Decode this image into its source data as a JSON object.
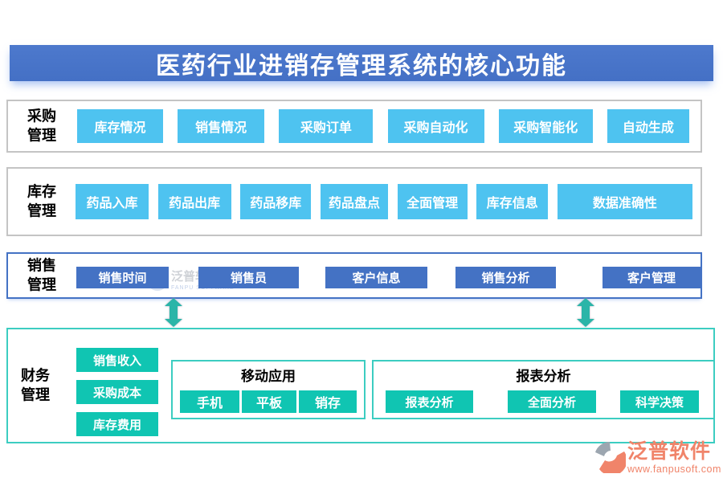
{
  "title": "医药行业进销存管理系统的核心功能",
  "sections": {
    "procurement": {
      "label": "采购管理",
      "buttons": [
        "库存情况",
        "销售情况",
        "采购订单",
        "采购自动化",
        "采购智能化",
        "自动生成"
      ]
    },
    "inventory": {
      "label": "库存管理",
      "buttons": [
        "药品入库",
        "药品出库",
        "药品移库",
        "药品盘点",
        "全面管理",
        "库存信息",
        "数据准确性"
      ]
    },
    "sales": {
      "label": "销售管理",
      "buttons": [
        "销售时间",
        "销售员",
        "客户信息",
        "销售分析",
        "客户管理"
      ]
    },
    "finance": {
      "label": "财务管理",
      "buttons": [
        "销售收入",
        "采购成本",
        "库存费用"
      ],
      "mobile": {
        "title": "移动应用",
        "buttons": [
          "手机",
          "平板",
          "销存"
        ]
      },
      "report": {
        "title": "报表分析",
        "buttons": [
          "报表分析",
          "全面分析",
          "科学决策"
        ]
      }
    }
  },
  "watermark": {
    "name": "泛普软件",
    "subtitle": "FANPU SOFTWARE"
  },
  "logo": {
    "name": "泛普软件",
    "url": "www.fanpusoft.com"
  },
  "colors": {
    "title_bar": "#4A73C8",
    "sky_button": "#4EC3F0",
    "blue_button": "#4472C4",
    "teal_button": "#10C5B2",
    "teal_border": "#3CCDC1",
    "gray_border": "#C4C4C4",
    "arrow": "#2BB5A8",
    "logo_orange": "#F0846A"
  }
}
